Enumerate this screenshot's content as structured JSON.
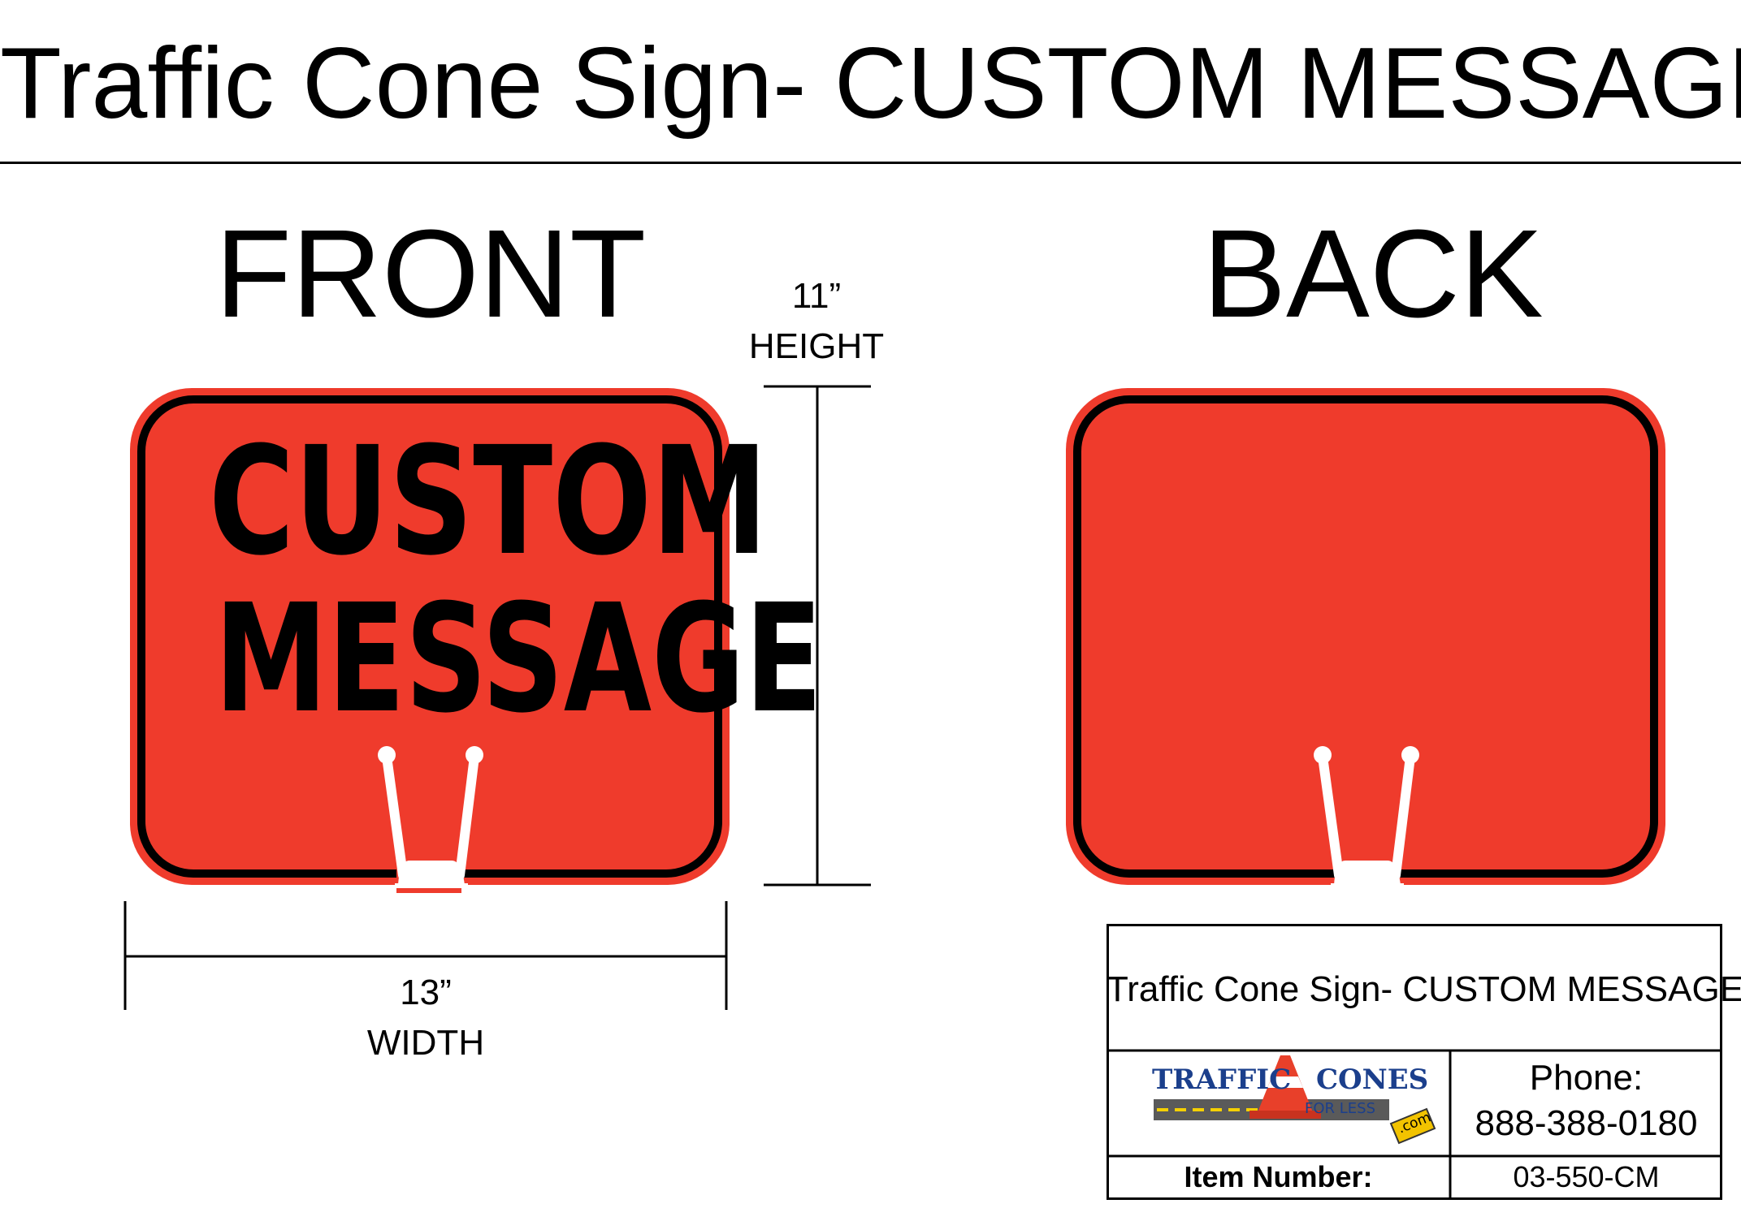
{
  "title": "Traffic Cone Sign- CUSTOM MESSAGE",
  "labels": {
    "front": "FRONT",
    "back": "BACK"
  },
  "dimensions": {
    "height_value": "11”",
    "height_label": "HEIGHT",
    "width_value": "13”",
    "width_label": "WIDTH"
  },
  "sign": {
    "message_line1": "CUSTOM",
    "message_line2": "MESSAGE",
    "colors": {
      "face": "#ef3b2c",
      "border": "#000000",
      "slot": "#ffffff"
    }
  },
  "title_block": {
    "product_name": "Traffic Cone Sign- CUSTOM MESSAGE",
    "logo": {
      "word1": "TRAFFIC",
      "word2": "CONES",
      "sub": "FOR LESS",
      "tag": ".com",
      "icon": "traffic-cone-icon"
    },
    "phone_label": "Phone:",
    "phone": "888-388-0180",
    "item_number_label": "Item Number:",
    "item_number": "03-550-CM"
  }
}
